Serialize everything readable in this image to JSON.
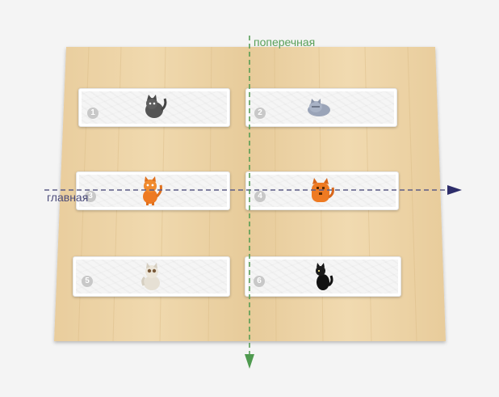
{
  "axes": {
    "main": {
      "label": "главная",
      "color": "#4b4b7a"
    },
    "cross": {
      "label": "поперечная",
      "color": "#5aa05a"
    }
  },
  "cards": [
    {
      "number": "1",
      "cat": "dark-gray-cat-icon"
    },
    {
      "number": "2",
      "cat": "gray-lying-cat-icon"
    },
    {
      "number": "3",
      "cat": "orange-cat-icon"
    },
    {
      "number": "4",
      "cat": "orange-fat-cat-icon"
    },
    {
      "number": "5",
      "cat": "white-cat-icon"
    },
    {
      "number": "6",
      "cat": "black-cat-icon"
    }
  ],
  "colors": {
    "wood": "#ecd3a6",
    "wood_dark": "#dfc08c",
    "card": "#f5f5f5"
  }
}
